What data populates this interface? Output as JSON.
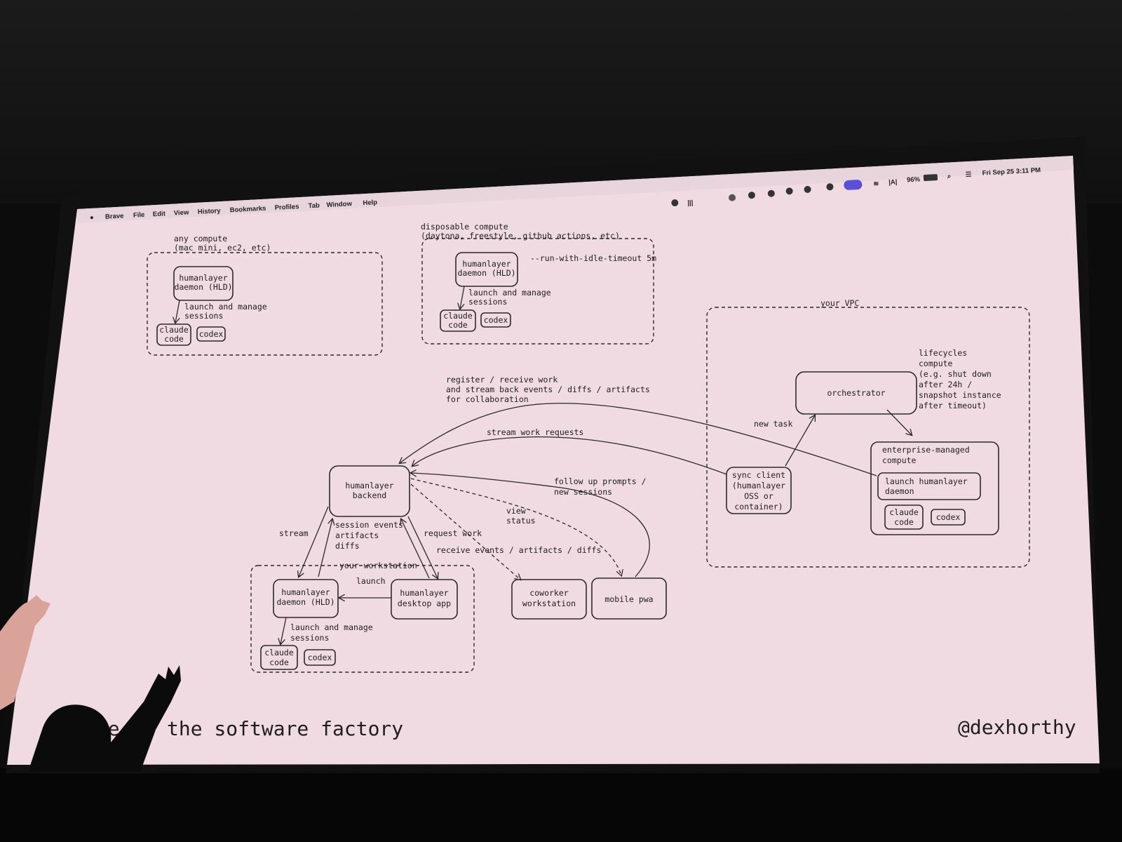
{
  "menubar": {
    "apple": "",
    "items": [
      "Brave",
      "File",
      "Edit",
      "View",
      "History",
      "Bookmarks",
      "Profiles",
      "Tab",
      "Window",
      "Help"
    ],
    "battery": "96%",
    "clock": "Fri Sep 25  3:11 PM"
  },
  "diagram": {
    "any_compute": {
      "label_1": "any compute",
      "label_2": "(mac mini, ec2, etc)",
      "daemon_1": "humanlayer",
      "daemon_2": "daemon (HLD)",
      "launch_1": "launch and manage",
      "launch_2": "sessions",
      "claude_1": "claude",
      "claude_2": "code",
      "codex": "codex"
    },
    "disposable": {
      "label_1": "disposable compute",
      "label_2": "(daytona, freestyle, github actions, etc)",
      "daemon_1": "humanlayer",
      "daemon_2": "daemon (HLD)",
      "flag": "--run-with-idle-timeout 5m",
      "launch_1": "launch and manage",
      "launch_2": "sessions",
      "claude_1": "claude",
      "claude_2": "code",
      "codex": "codex"
    },
    "vpc": {
      "label": "your VPC",
      "orchestrator": "orchestrator",
      "lifecycle": [
        "lifecycles",
        "compute",
        "(e.g. shut down",
        "after 24h /",
        "snapshot instance",
        "after timeout)"
      ],
      "new_task": "new task",
      "sync": [
        "sync client",
        "(humanlayer",
        "OSS or",
        "container)"
      ],
      "enterprise_1": "enterprise-managed",
      "enterprise_2": "compute",
      "launch_daemon_1": "launch humanlayer",
      "launch_daemon_2": "daemon",
      "claude_1": "claude",
      "claude_2": "code",
      "codex": "codex"
    },
    "backend": {
      "label_1": "humanlayer",
      "label_2": "backend"
    },
    "register": [
      "register / receive work",
      "and stream back events / diffs / artifacts",
      "for collaboration"
    ],
    "stream_requests": "stream work requests",
    "follow_up": [
      "follow up prompts /",
      "new sessions"
    ],
    "view_status": [
      "view",
      "status"
    ],
    "stream": "stream",
    "session_events": [
      "session events",
      "artifacts",
      "diffs"
    ],
    "request_work": "request work",
    "receive_events": "receive events / artifacts / diffs",
    "workstation": {
      "label": "your workstation",
      "launch": "launch",
      "daemon_1": "humanlayer",
      "daemon_2": "daemon (HLD)",
      "desktop_1": "humanlayer",
      "desktop_2": "desktop app",
      "launch_1": "launch and manage",
      "launch_2": "sessions",
      "claude_1": "claude",
      "claude_2": "code",
      "codex": "codex"
    },
    "coworker_1": "coworker",
    "coworker_2": "workstation",
    "mobile": "mobile pwa"
  },
  "footer": {
    "title": "ite of the software factory",
    "handle": "@dexhorthy"
  }
}
